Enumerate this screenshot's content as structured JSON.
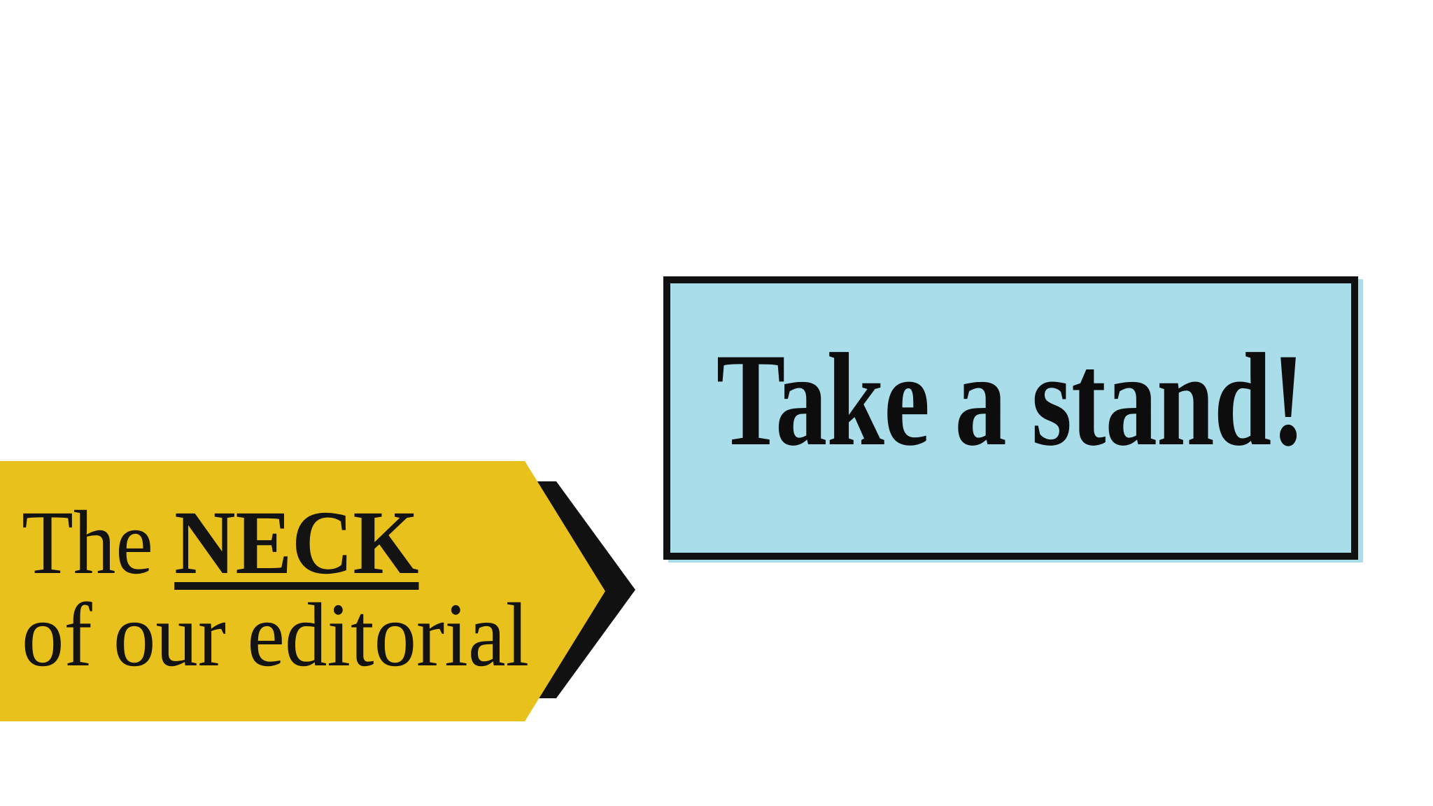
{
  "slide": {
    "background": "#ffffff"
  },
  "banner": {
    "line1_prefix": "The ",
    "line1_keyword": "NECK",
    "line2": "of our editorial"
  },
  "callout": {
    "text": "Take a stand!"
  },
  "colors": {
    "banner_yellow": "#e9c11c",
    "callout_blue": "#a9dde9",
    "ink_black": "#111111"
  }
}
